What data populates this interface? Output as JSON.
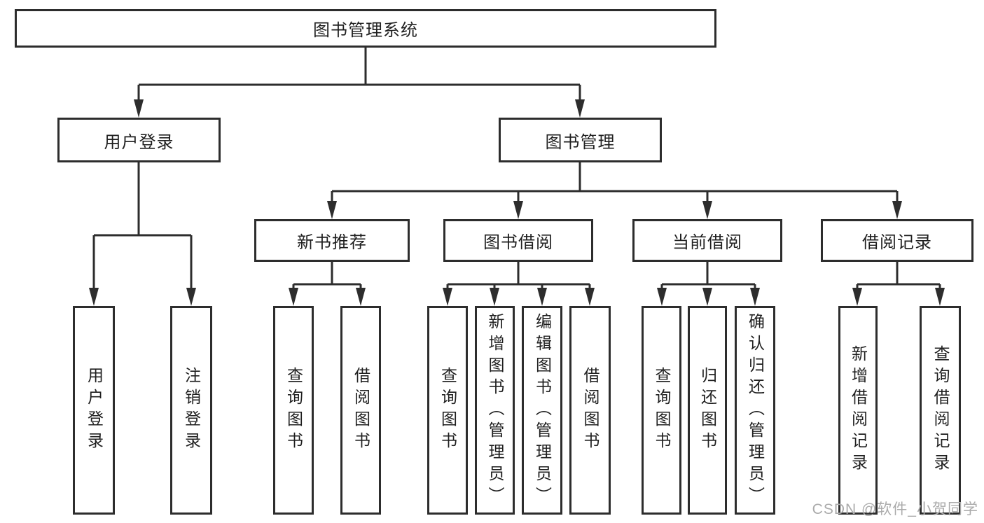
{
  "diagram": {
    "root": {
      "label": "图书管理系统"
    },
    "level2": [
      {
        "label": "用户登录"
      },
      {
        "label": "图书管理"
      }
    ],
    "level3": [
      {
        "label": "新书推荐"
      },
      {
        "label": "图书借阅"
      },
      {
        "label": "当前借阅"
      },
      {
        "label": "借阅记录"
      }
    ],
    "leaves": {
      "user_login": [
        "用户登录",
        "注销登录"
      ],
      "new_books": [
        "查询图书",
        "借阅图书"
      ],
      "book_borrow": [
        "查询图书",
        "新增图书（管理员）",
        "编辑图书（管理员）",
        "借阅图书"
      ],
      "current_borrow": [
        "查询图书",
        "归还图书",
        "确认归还（管理员）"
      ],
      "borrow_records": [
        "新增借阅记录",
        "查询借阅记录"
      ]
    },
    "watermark": "CSDN @软件_小贺同学",
    "colors": {
      "line": "#2d2d2d",
      "text": "#1f1f1f",
      "watermark": "#ababab",
      "background": "#ffffff"
    }
  }
}
